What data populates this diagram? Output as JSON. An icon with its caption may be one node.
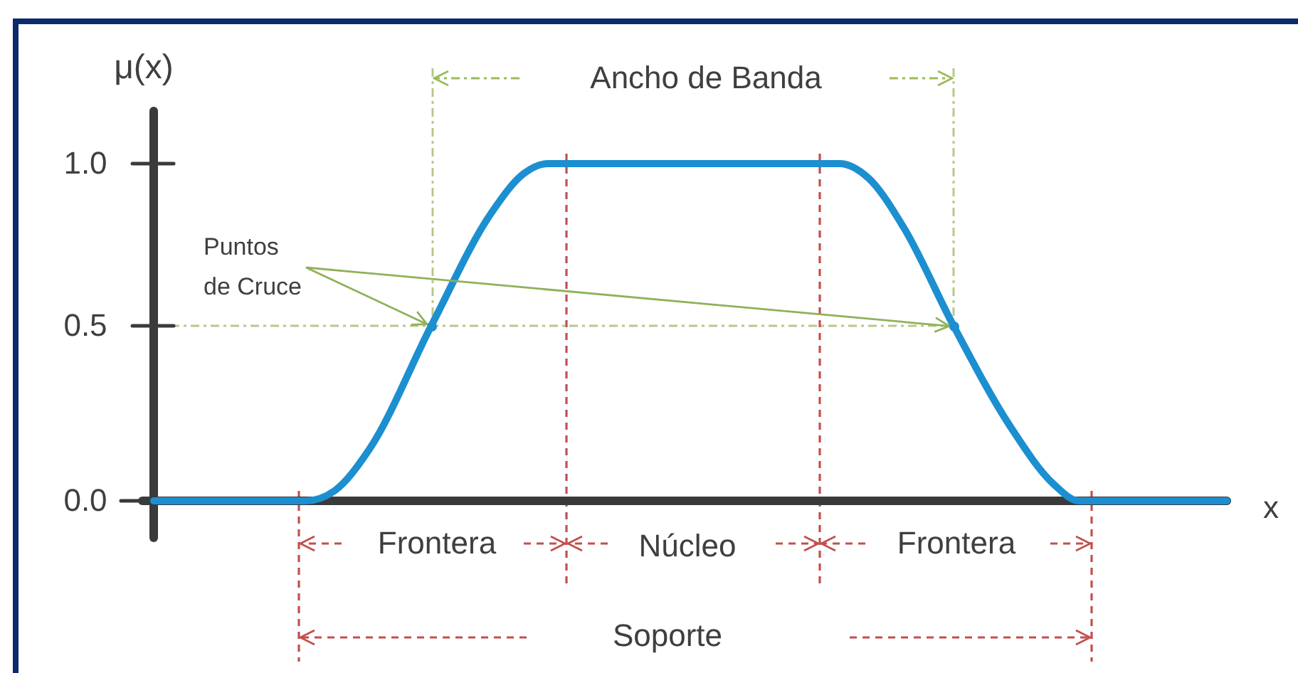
{
  "diagram": {
    "nodes": [
      {
        "text": [
          "Puntos de Cruce"
        ]
      },
      {
        "text": [],
        "shape": "circle"
      },
      {
        "text": [],
        "shape": "circle"
      }
    ],
    "edges": [
      {
        "from": 0,
        "to": 1,
        "arrow": "to"
      },
      {
        "from": 0,
        "to": 2,
        "arrow": "to"
      }
    ],
    "labels": [
      "μ(x)",
      "Ancho de Banda",
      "1.0",
      "0.5",
      "0.0",
      "x",
      "Frontera",
      "Núcleo",
      "Frontera",
      "Soporte"
    ]
  }
}
